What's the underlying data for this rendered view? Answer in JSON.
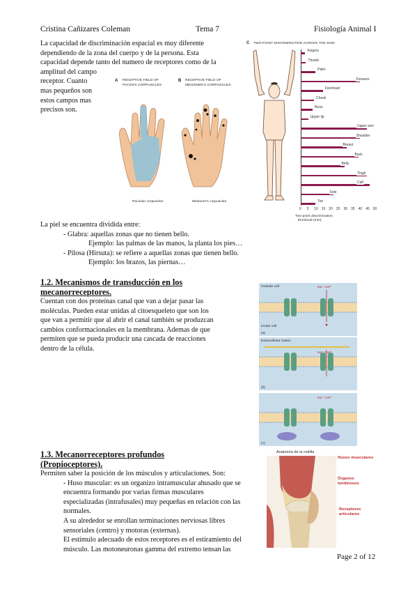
{
  "header": {
    "author": "Cristina Cañizares Coleman",
    "topic": "Tema 7",
    "course": "Fisiología Animal I"
  },
  "intro": {
    "lines": [
      "La capacidad de discriminación espacial es muy diferente",
      "dependiendo de la zona del cuerpo y de la persona. Esta",
      "capacidad depende tanto del numero de receptores como de la",
      "amplitud del campo",
      "receptor. Cuanto",
      "mas pequeños son",
      "estos campos mas",
      "precisos son."
    ]
  },
  "fig_hands": {
    "label_a": "A",
    "title_a_1": "RECEPTIVE FIELD OF",
    "title_a_2": "PACINI'S CORPUSCLES",
    "label_b": "B",
    "title_b_1": "RECEPTIVE FIELD OF",
    "title_b_2": "MEISSNER'S CORPUSCLES",
    "caption_a": "Pacinian corpuscles",
    "caption_b": "Meissner's corpuscles"
  },
  "fig_body": {
    "label": "C",
    "title": "TWO-POINT DISCRIMINATION ACROSS THE SKIN",
    "parts": [
      {
        "name": "Fingers",
        "value": 3
      },
      {
        "name": "Thumb",
        "value": 3.5
      },
      {
        "name": "Palm",
        "value": 10
      },
      {
        "name": "Forearm",
        "value": 40
      },
      {
        "name": "Forehead",
        "value": 15
      },
      {
        "name": "Cheek",
        "value": 9
      },
      {
        "name": "Nose",
        "value": 8
      },
      {
        "name": "Upper lip",
        "value": 5
      },
      {
        "name": "Upper arm",
        "value": 45
      },
      {
        "name": "Shoulder",
        "value": 40
      },
      {
        "name": "Breast",
        "value": 31
      },
      {
        "name": "Back",
        "value": 39
      },
      {
        "name": "Belly",
        "value": 30
      },
      {
        "name": "Thigh",
        "value": 45
      },
      {
        "name": "Calf",
        "value": 47
      },
      {
        "name": "Sole",
        "value": 22
      },
      {
        "name": "Toe",
        "value": 10
      }
    ],
    "ticks": [
      "0",
      "5",
      "10",
      "15",
      "20",
      "25",
      "30",
      "35",
      "40",
      "45",
      "50"
    ],
    "axis_1": "Two-point discrimination",
    "axis_2": "threshold (mm)"
  },
  "skin": {
    "l1": "La piel se encuentra dividida entre:",
    "l2": "- Glabra: aquellas zonas que no tienen bello.",
    "l3": "Ejemplo: las palmas de las manos, la planta los pies…",
    "l4": "- Pilosa (Hirsuta): se refiere a aquellas zonas que tienen bello.",
    "l5": "Ejemplo: los brazos, las piernas…"
  },
  "section_12": {
    "title_1": "1.2. Mecanismos de transducción en los",
    "title_2": "mecanorreceptores.",
    "lines": [
      "Cuentan con dos proteínas canal que van a dejar pasar las",
      "moléculas. Pueden estar unidas al citoesqueleto que son los",
      "que van a permitir que al abrir el canal también se produzcan",
      "cambios conformacionales en la membrana. Ademas de que",
      "permiten que se pueda producir una cascada de reacciones",
      "dentro de la célula."
    ]
  },
  "fig_channels": {
    "outside": "Outside cell",
    "inside": "Inside cell",
    "ions": "Na⁺ Ca²⁺",
    "extracellular": "Extracellular matrix",
    "panel_labels": [
      "(a)",
      "(b)",
      "(c)"
    ]
  },
  "section_13": {
    "title_1": "1.3. Mecanorreceptores profundos",
    "title_2": "(Propioceptores).",
    "lines": [
      "Permiten saber la posición de los músculos y articulaciones. Son:",
      "- Huso muscular: es un organizo intramuscular ahusado que se",
      "encuentra formando por varias firmas musculares",
      "especializadas (intrafusales) muy pequeñas en relación con las",
      "normales.",
      "A su alrededor se enrollan terminaciones nerviosas libres",
      "sensoriales (centro) y motoras (externas).",
      "El estímulo adecuado de estos receptores es el estiramiento del",
      "músculo. Las motoneuronas gamma del extremo tensan las"
    ]
  },
  "fig_knee": {
    "title": "Anatomía de la rodilla",
    "husos": "Husos musculares",
    "organos_1": "Órganos",
    "organos_2": "tendinosos",
    "receptores_1": "Receptores",
    "receptores_2": "articulares"
  },
  "footer": {
    "page": "Page 2 of 12"
  },
  "colors": {
    "bar": "#8a1a4e",
    "hand": "#f1c39a",
    "field": "#8ec3dd",
    "knee_label": "#c0272d"
  }
}
